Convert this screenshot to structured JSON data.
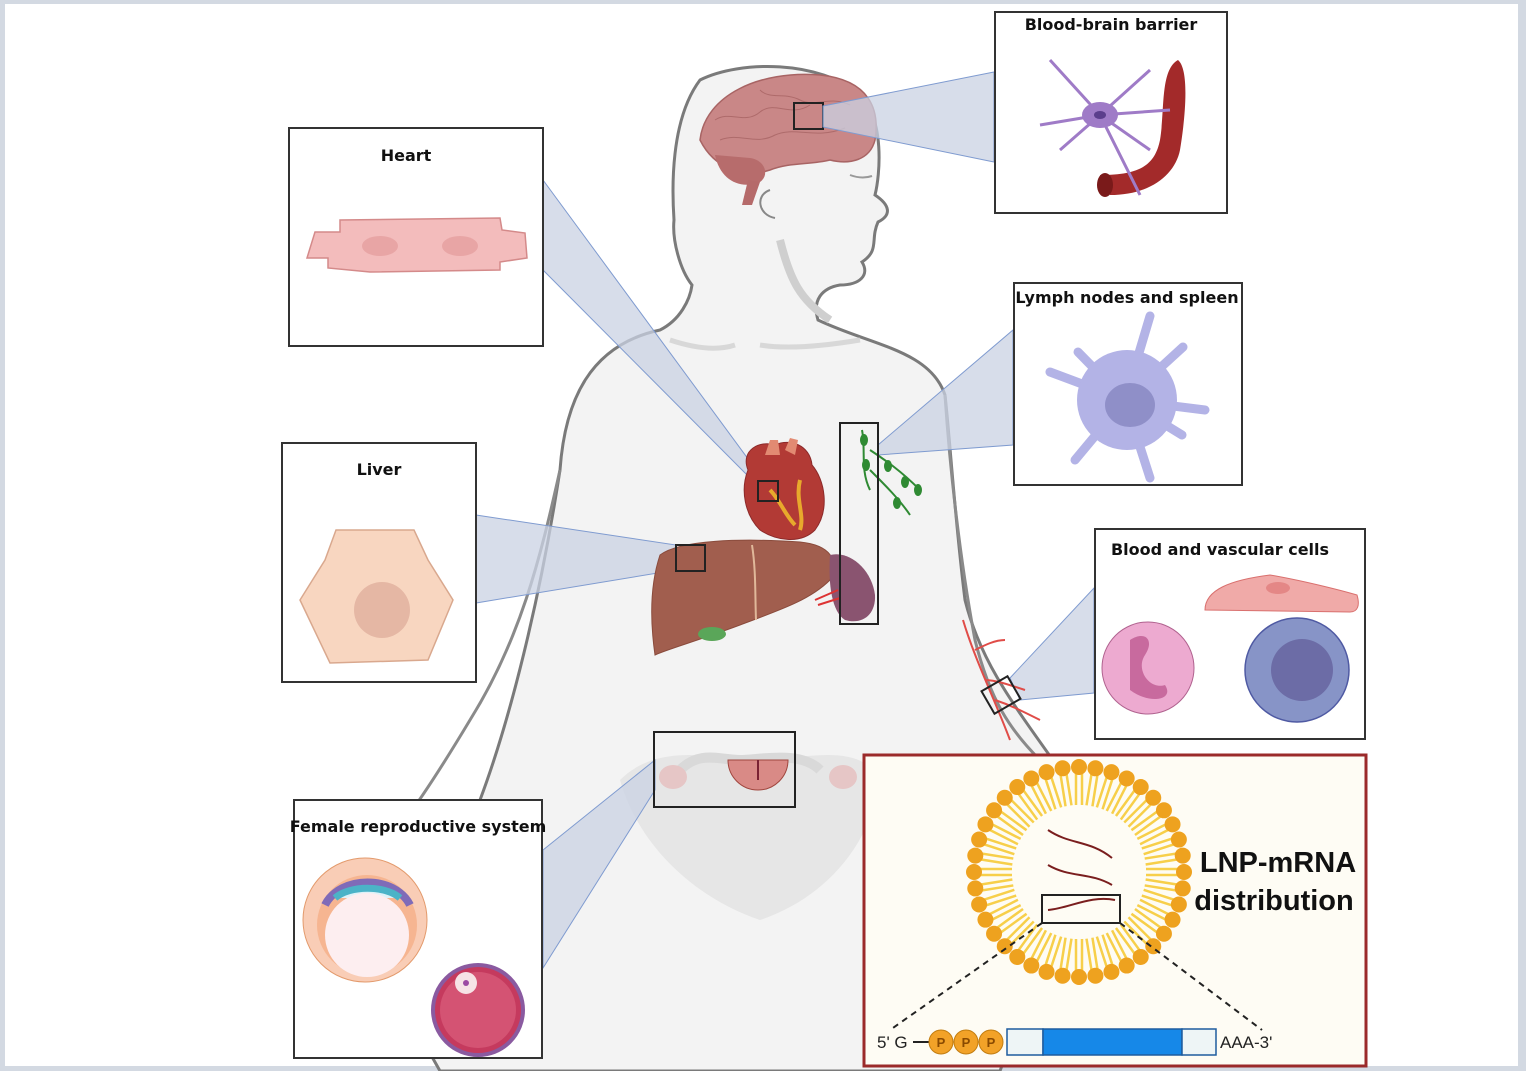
{
  "figure": {
    "title": "LNP-mRNA distribution",
    "title_lines": [
      "LNP-mRNA",
      "distribution"
    ],
    "panels": [
      {
        "id": "blood-brain-barrier",
        "label": "Blood-brain barrier",
        "cell": "astrocyte contacting blood vessel"
      },
      {
        "id": "heart",
        "label": "Heart",
        "cell": "cardiomyocyte"
      },
      {
        "id": "lymph",
        "label": "Lymph nodes and spleen",
        "cell": "dendritic cell"
      },
      {
        "id": "liver",
        "label": "Liver",
        "cell": "hepatocyte"
      },
      {
        "id": "blood",
        "label": "Blood and vascular cells",
        "cell": "neutrophil, endothelial cell, lymphocyte"
      },
      {
        "id": "reproductive",
        "label": "Female reproductive system",
        "cell": "blastocyst and ovarian follicle"
      }
    ],
    "mrna_construct": {
      "five_prime": "5' G",
      "phosphates": [
        "P",
        "P",
        "P"
      ],
      "three_prime": "AAA-3'"
    },
    "colors": {
      "callout": "#c9d2e3",
      "callout_stroke": "#7f9bd0",
      "lnp_head": "#eea21f",
      "lnp_tail": "#f7cf4a",
      "lnp_box_border": "#9b2a2a",
      "lnp_box_bg": "#fefcf4",
      "orf_blue": "#1688e8",
      "utr": "#eef5f6"
    }
  }
}
